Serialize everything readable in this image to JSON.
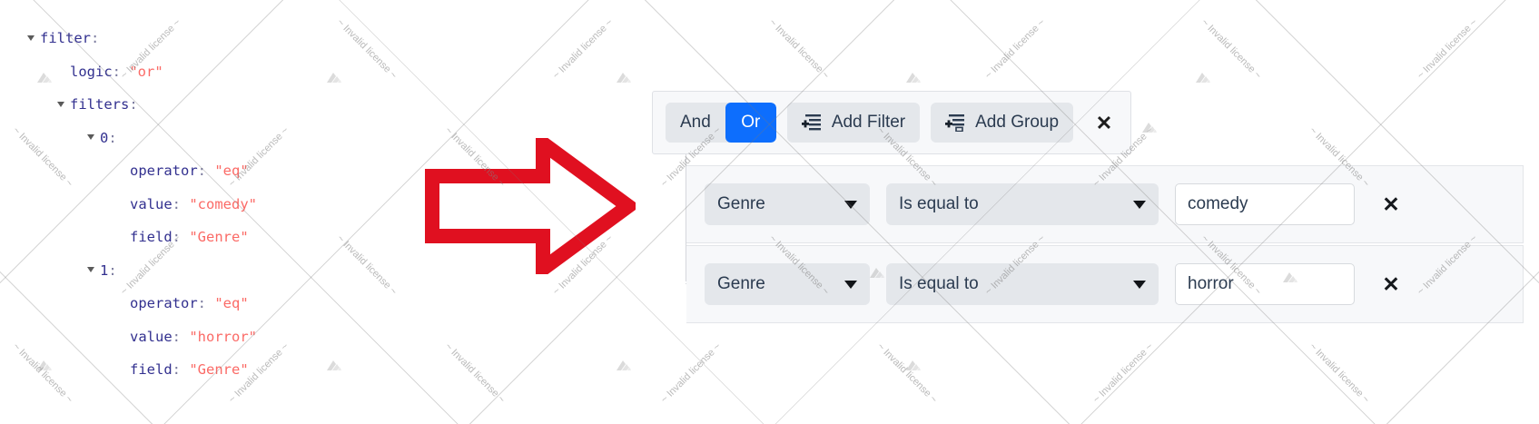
{
  "json_tree": {
    "rows": [
      {
        "indent": 0,
        "arrow": true,
        "key": "filter",
        "punc": ":",
        "value": ""
      },
      {
        "indent": 1,
        "arrow": false,
        "key": "logic",
        "punc": ":",
        "value": "\"or\""
      },
      {
        "indent": 1,
        "arrow": true,
        "key": "filters",
        "punc": ":",
        "value": ""
      },
      {
        "indent": 2,
        "arrow": true,
        "key": "0",
        "punc": ":",
        "value": ""
      },
      {
        "indent": 3,
        "arrow": false,
        "key": "operator",
        "punc": ":",
        "value": "\"eq\""
      },
      {
        "indent": 3,
        "arrow": false,
        "key": "value",
        "punc": ":",
        "value": "\"comedy\""
      },
      {
        "indent": 3,
        "arrow": false,
        "key": "field",
        "punc": ":",
        "value": "\"Genre\""
      },
      {
        "indent": 2,
        "arrow": true,
        "key": "1",
        "punc": ":",
        "value": ""
      },
      {
        "indent": 3,
        "arrow": false,
        "key": "operator",
        "punc": ":",
        "value": "\"eq\""
      },
      {
        "indent": 3,
        "arrow": false,
        "key": "value",
        "punc": ":",
        "value": "\"horror\""
      },
      {
        "indent": 3,
        "arrow": false,
        "key": "field",
        "punc": ":",
        "value": "\"Genre\""
      }
    ]
  },
  "builder": {
    "group": {
      "logic_buttons": [
        {
          "label": "And",
          "active": false
        },
        {
          "label": "Or",
          "active": true
        }
      ],
      "add_filter_label": "Add Filter",
      "add_group_label": "Add Group",
      "close_label": "✕"
    },
    "rows": [
      {
        "field": "Genre",
        "operator": "Is equal to",
        "value": "comedy",
        "value_placeholder": "",
        "close_label": "✕"
      },
      {
        "field": "Genre",
        "operator": "Is equal to",
        "value": "horror",
        "value_placeholder": "",
        "close_label": "✕"
      }
    ]
  },
  "colors": {
    "accent": "#0d6efd",
    "control_bg": "#e4e7eb",
    "panel_bg": "#f7f8fa",
    "json_key": "#32308f",
    "json_string": "#fb6a66"
  },
  "watermark": {
    "text": "~ Invalid license ~"
  }
}
